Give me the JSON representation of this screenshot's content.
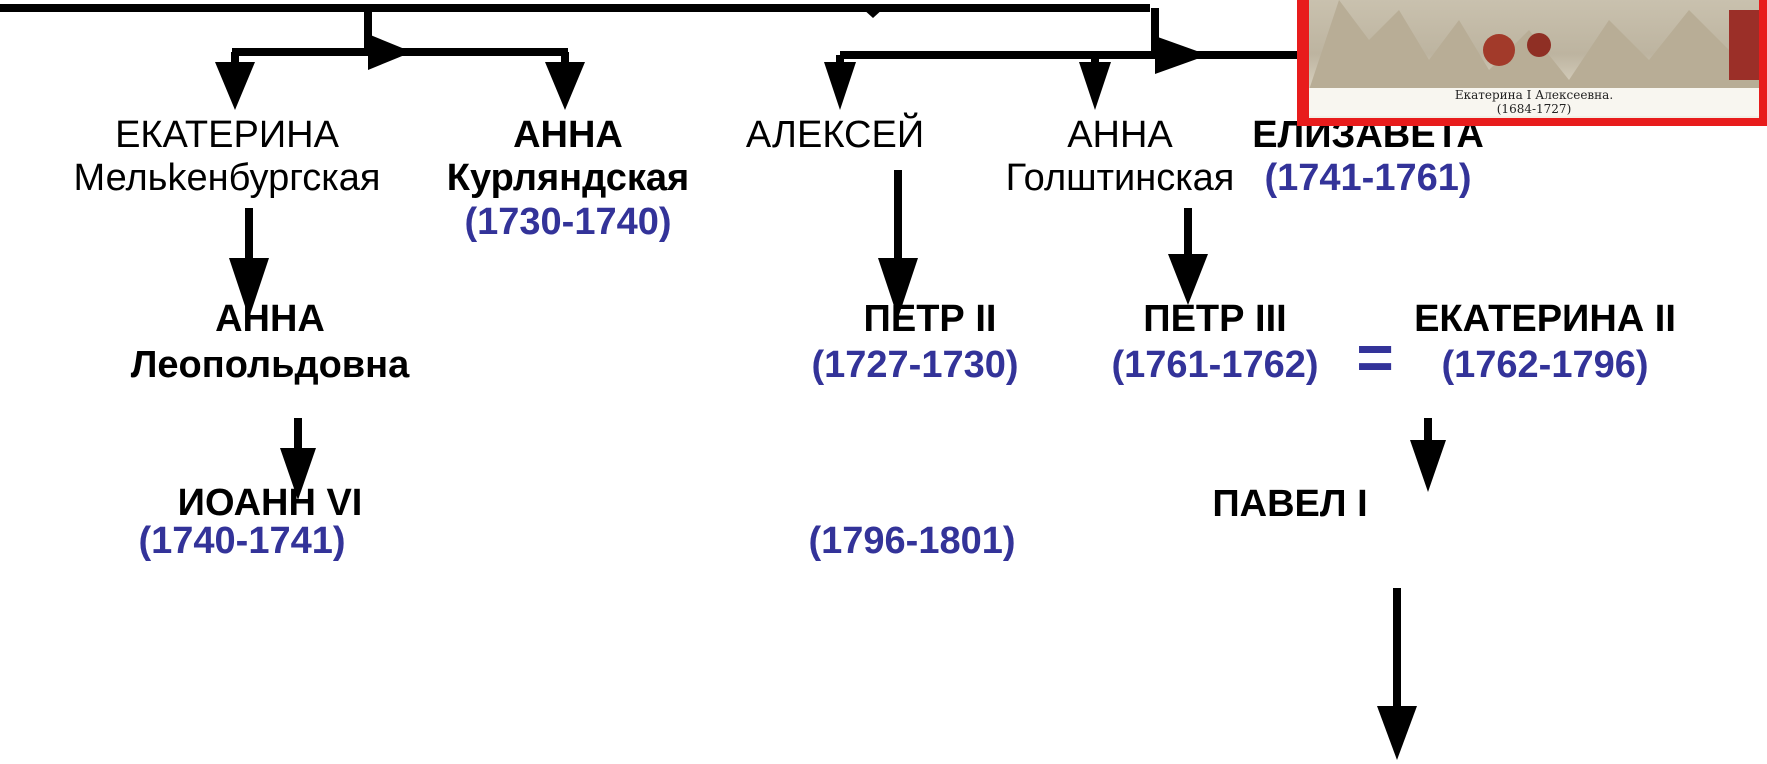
{
  "people": {
    "ekaterina_m": {
      "name": "ЕКАТЕРИНА",
      "title": "Мельkенбургская"
    },
    "anna_k": {
      "name": "АННА",
      "title": "Курляндская",
      "years": "(1730-1740)"
    },
    "aleksei": {
      "name": "АЛЕКСЕЙ"
    },
    "anna_g": {
      "name": "АННА",
      "title": "Голштинская"
    },
    "elizaveta": {
      "name": "ЕЛИЗАВЕТА",
      "years": "(1741-1761)"
    },
    "anna_l": {
      "name": "АННА",
      "title": "Леопольдовна"
    },
    "petr2": {
      "name": "ПЕТР II",
      "years": "(1727-1730)"
    },
    "petr3": {
      "name": "ПЕТР III",
      "years": "(1761-1762)"
    },
    "ekaterina2": {
      "name": "ЕКАТЕРИНА II",
      "years": "(1762-1796)"
    },
    "ioann6": {
      "name": "ИОАНН  VI",
      "years": "(1740-1741)"
    },
    "pavel1": {
      "name": "ПАВЕЛ I",
      "years": "(1796-1801)"
    }
  },
  "marriage_sign": "=",
  "portrait": {
    "caption_name": "Екатерина I Алексеевна.",
    "caption_years": "(1684-1727)",
    "border_color": "#e81c1c"
  },
  "colors": {
    "years": "#333399",
    "lines": "#000000"
  }
}
